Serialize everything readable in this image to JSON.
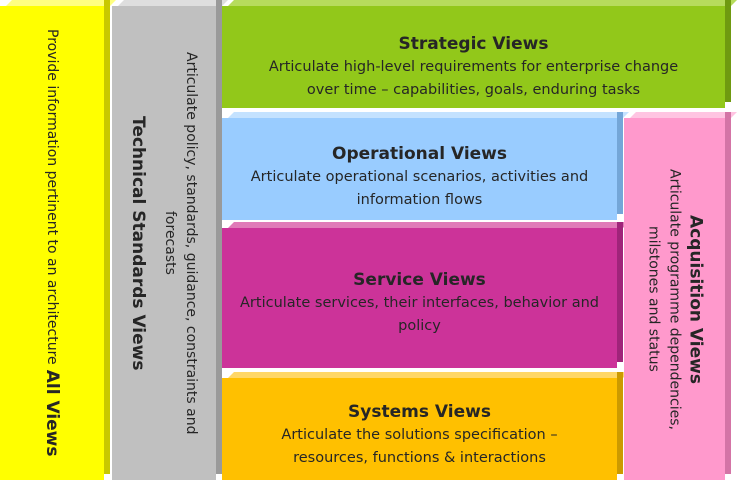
{
  "all_views": {
    "title": "All Views",
    "description": "Provide information pertinent to an architecture",
    "color": "#ffff00"
  },
  "technical_standards_views": {
    "title": "Technical Standards Views",
    "description": "Articulate policy, standards, guidance, constraints and forecasts",
    "color": "#c0c0c0"
  },
  "strategic_views": {
    "title": "Strategic Views",
    "description": "Articulate high-level requirements for enterprise change over time – capabilities, goals, enduring tasks",
    "color": "#92c81a"
  },
  "operational_views": {
    "title": "Operational Views",
    "description": "Articulate operational scenarios, activities and information flows",
    "color": "#99ccff"
  },
  "service_views": {
    "title": "Service Views",
    "description": "Articulate services, their interfaces, behavior and policy",
    "color": "#cc3399"
  },
  "systems_views": {
    "title": "Systems Views",
    "description": "Articulate the solutions specification – resources, functions & interactions",
    "color": "#ffc000"
  },
  "acquisition_views": {
    "title": "Acquisition Views",
    "description": "Articulate programme dependencies, milstones and status",
    "color": "#ff99cc"
  }
}
